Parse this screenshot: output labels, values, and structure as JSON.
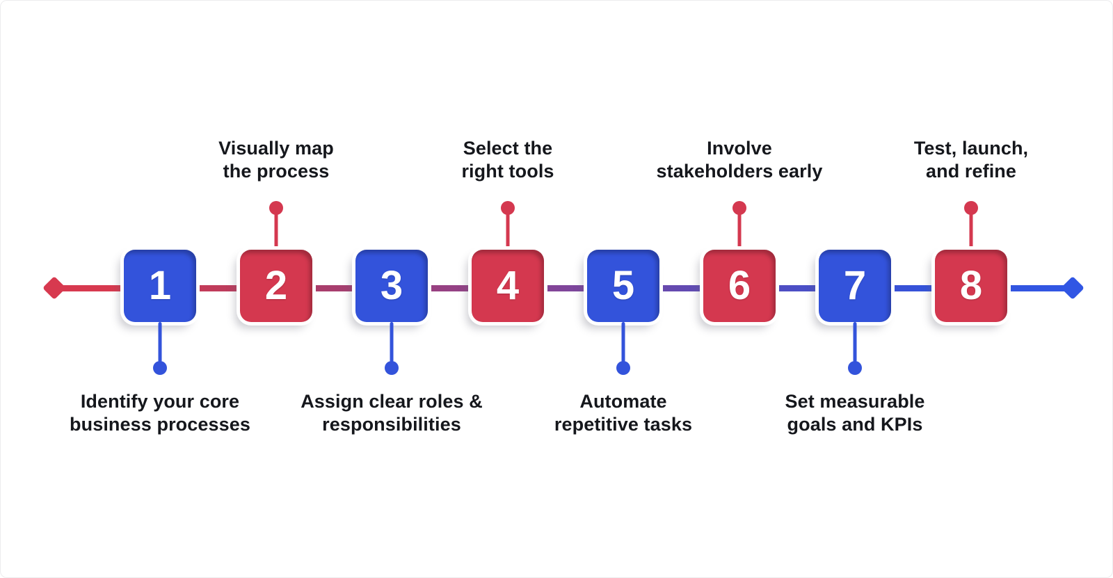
{
  "diagram": {
    "type": "horizontal-process-timeline",
    "step_count": 8,
    "colors": {
      "red": "#d4384f",
      "blue": "#3353db",
      "line_gradient_start": "#d7394f",
      "line_gradient_end": "#3156e4",
      "label_text": "#15171c",
      "number_text": "#ffffff",
      "background": "#ffffff"
    },
    "endpoints": {
      "start_icon": "diamond-red",
      "end_icon": "diamond-blue"
    }
  },
  "steps": [
    {
      "number": "1",
      "color": "blue",
      "label_position": "below",
      "label_lines": [
        "Identify your core",
        "business processes"
      ]
    },
    {
      "number": "2",
      "color": "red",
      "label_position": "above",
      "label_lines": [
        "Visually map",
        "the process"
      ]
    },
    {
      "number": "3",
      "color": "blue",
      "label_position": "below",
      "label_lines": [
        "Assign clear roles &",
        "responsibilities"
      ]
    },
    {
      "number": "4",
      "color": "red",
      "label_position": "above",
      "label_lines": [
        "Select the",
        "right tools"
      ]
    },
    {
      "number": "5",
      "color": "blue",
      "label_position": "below",
      "label_lines": [
        "Automate",
        "repetitive tasks"
      ]
    },
    {
      "number": "6",
      "color": "red",
      "label_position": "above",
      "label_lines": [
        "Involve",
        "stakeholders early"
      ]
    },
    {
      "number": "7",
      "color": "blue",
      "label_position": "below",
      "label_lines": [
        "Set measurable",
        "goals and KPIs"
      ]
    },
    {
      "number": "8",
      "color": "red",
      "label_position": "above",
      "label_lines": [
        "Test, launch,",
        "and refine"
      ]
    }
  ]
}
